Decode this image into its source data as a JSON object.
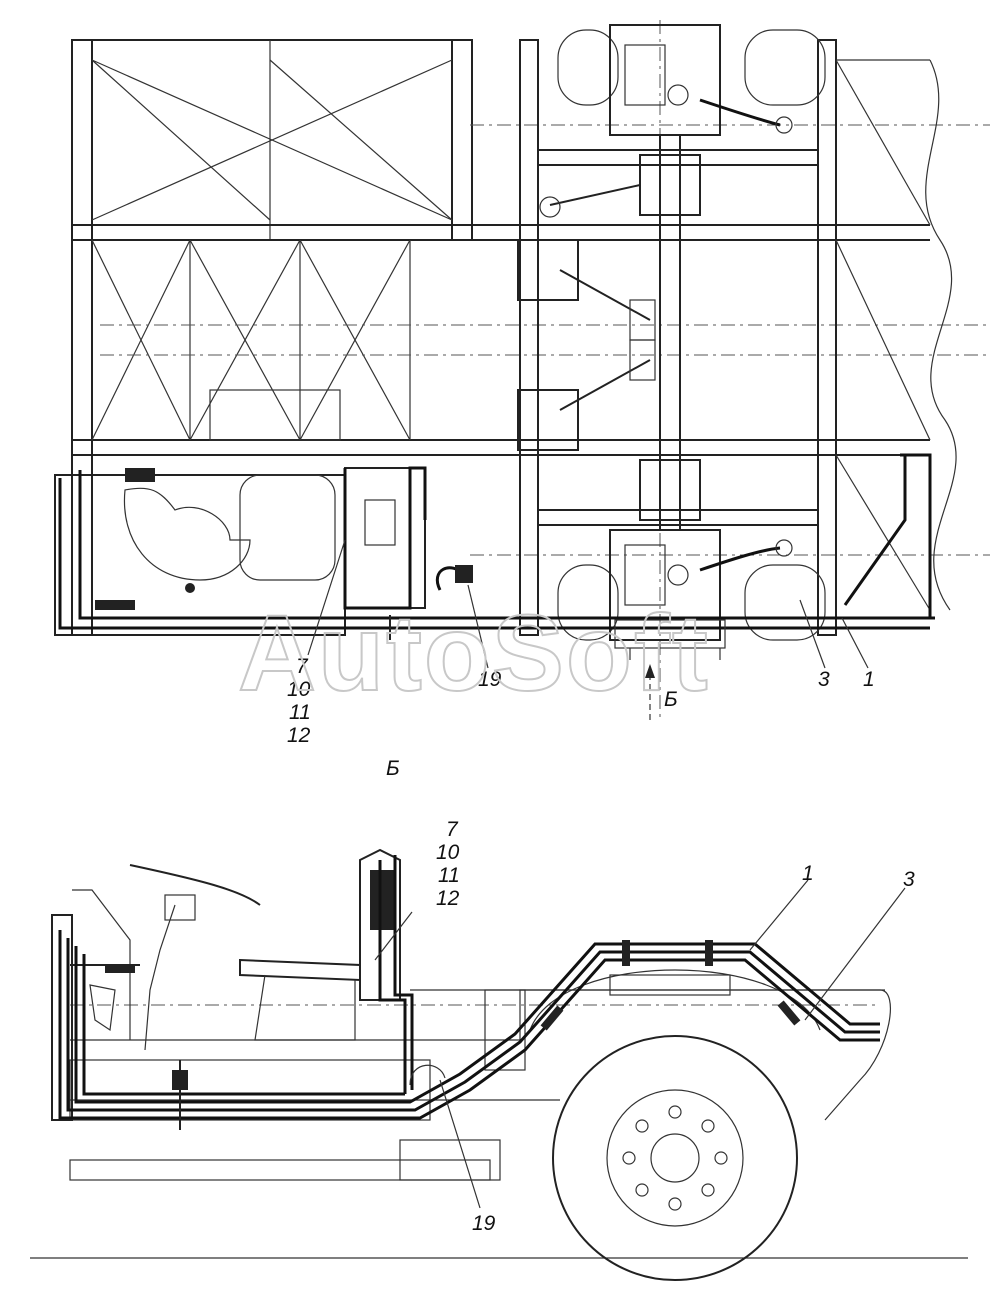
{
  "top_view": {
    "callouts": {
      "group_7": "7",
      "group_10": "10",
      "group_11": "11",
      "group_12": "12",
      "item_19": "19",
      "item_3": "3",
      "item_1": "1",
      "view_arrow": "Б"
    }
  },
  "section_title": "Б",
  "side_view": {
    "callouts": {
      "group_7": "7",
      "group_10": "10",
      "group_11": "11",
      "group_12": "12",
      "item_1": "1",
      "item_3": "3",
      "item_19": "19"
    }
  },
  "watermark": "AutoSoft"
}
